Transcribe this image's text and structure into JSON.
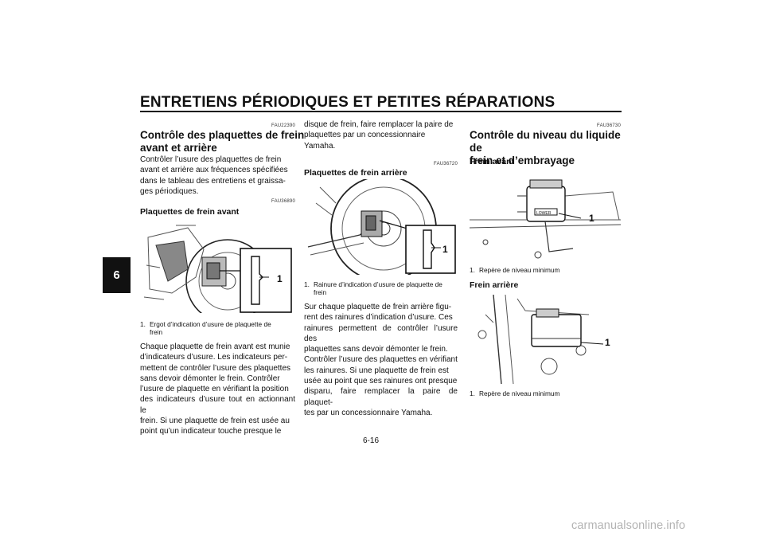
{
  "header": {
    "title": "ENTRETIENS PÉRIODIQUES ET PETITES RÉPARATIONS",
    "chapter_tab": "6"
  },
  "col1": {
    "code": "FAU22390",
    "heading_line1": "Contrôle des plaquettes de frein",
    "heading_line2": "avant et arrière",
    "intro": [
      "Contrôler l’usure des plaquettes de frein",
      "avant et arrière aux fréquences spécifiées",
      "dans le tableau des entretiens et graissa-",
      "ges périodiques."
    ],
    "sub_code": "FAU36890",
    "sub_heading": "Plaquettes de frein avant",
    "figure_label": "1",
    "caption_num": "1.",
    "caption_line1": "Ergot d’indication d’usure de plaquette de",
    "caption_line2": "frein",
    "body": [
      "Chaque plaquette de frein avant est munie",
      "d’indicateurs d’usure. Les indicateurs per-",
      "mettent de contrôler l’usure des plaquettes",
      "sans devoir démonter le frein. Contrôler",
      "l’usure de plaquette en vérifiant la position",
      "des indicateurs d’usure tout en actionnant le",
      "frein. Si une plaquette de frein est usée au",
      "point qu’un indicateur touche presque le"
    ]
  },
  "col2": {
    "continuation": [
      "disque de frein, faire remplacer la paire de",
      "plaquettes par un concessionnaire",
      "Yamaha."
    ],
    "code": "FAU36720",
    "sub_heading": "Plaquettes de frein arrière",
    "figure_label": "1",
    "caption_num": "1.",
    "caption_line1": "Rainure d’indication d’usure de plaquette de",
    "caption_line2": "frein",
    "body": [
      "Sur chaque plaquette de frein arrière figu-",
      "rent des rainures d’indication d’usure. Ces",
      "rainures permettent de contrôler l’usure des",
      "plaquettes sans devoir démonter le frein.",
      "Contrôler l’usure des plaquettes en vérifiant",
      "les rainures. Si une plaquette de frein est",
      "usée au point que ses rainures ont presque",
      "disparu, faire remplacer la paire de plaquet-",
      "tes par un concessionnaire Yamaha."
    ]
  },
  "col3": {
    "code": "FAU36730",
    "heading_line1": "Contrôle du niveau du liquide de",
    "heading_line2": "frein et d’embrayage",
    "front_heading": "Frein avant",
    "front_figure_label": "1",
    "front_reservoir_text": "LOWER",
    "front_caption_num": "1.",
    "front_caption": "Repère de niveau minimum",
    "rear_heading": "Frein arrière",
    "rear_figure_label": "1",
    "rear_caption_num": "1.",
    "rear_caption": "Repère de niveau minimum"
  },
  "footer": {
    "page_number": "6-16",
    "watermark": "carmanualsonline.info"
  }
}
